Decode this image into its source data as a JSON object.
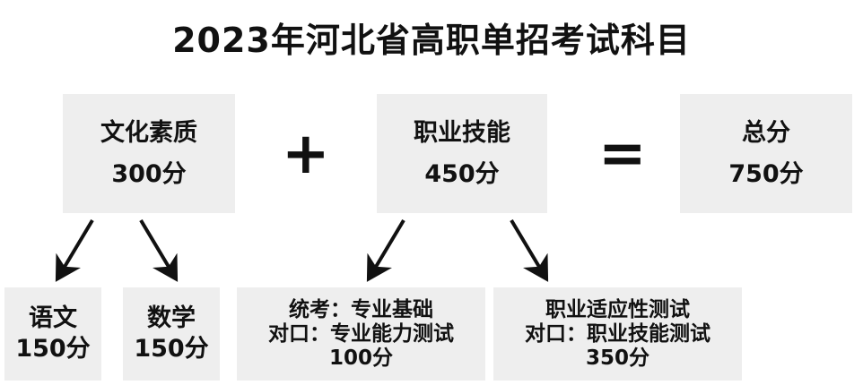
{
  "title": "2023年河北省高职单招考试科目",
  "top": [
    {
      "name": "文化素质",
      "score": "300分"
    },
    {
      "name": "职业技能",
      "score": "450分"
    },
    {
      "name": "总分",
      "score": "750分"
    }
  ],
  "operators": {
    "plus": "+",
    "equals": "="
  },
  "bottom": [
    {
      "lines": [
        "语文",
        "150分"
      ]
    },
    {
      "lines": [
        "数学",
        "150分"
      ]
    },
    {
      "lines": [
        "统考：专业基础",
        "对口：专业能力测试",
        "100分"
      ]
    },
    {
      "lines": [
        "职业适应性测试",
        "对口：职业技能测试",
        "350分"
      ]
    }
  ]
}
